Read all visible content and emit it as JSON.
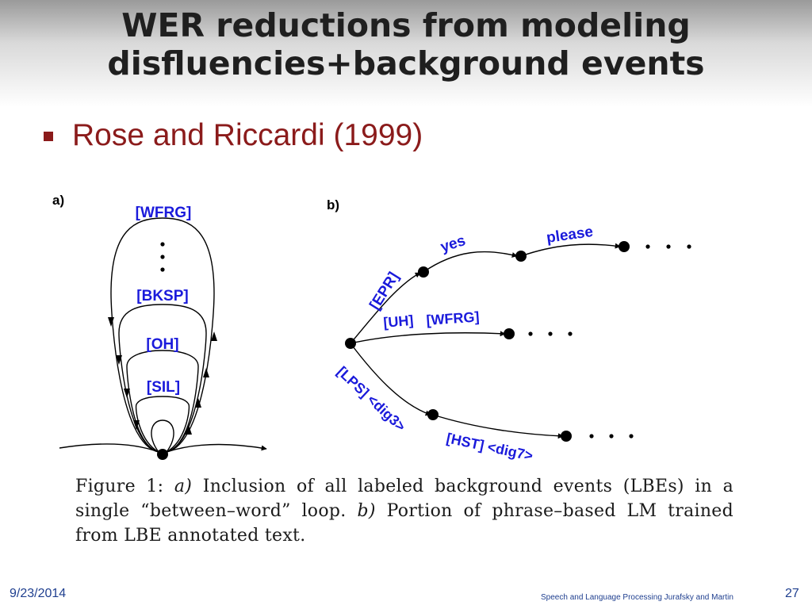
{
  "slide": {
    "title_line1": "WER reductions from modeling",
    "title_line2": "disfluencies+background events",
    "bullet": "Rose and Riccardi (1999)"
  },
  "diagram_a": {
    "panel_label": "a)",
    "labels": [
      "[WFRG]",
      "[BKSP]",
      "[OH]",
      "[SIL]"
    ]
  },
  "diagram_b": {
    "panel_label": "b)",
    "labels": [
      "[EPR]",
      "yes",
      "please",
      "[UH]",
      "[WFRG]",
      "[LPS] <dig3>",
      "[HST] <dig7>"
    ]
  },
  "caption": {
    "figure": "Figure 1:",
    "a_marker": "a)",
    "a_text": "Inclusion of all labeled background events (LBEs) in a single “between–word” loop.",
    "b_marker": "b)",
    "b_text": "Portion of phrase–based LM trained from LBE annotated text."
  },
  "footer": {
    "date": "9/23/2014",
    "center": "Speech and Language Processing  Jurafsky and Martin",
    "page": "27"
  },
  "colors": {
    "accent": "#8b1b1b",
    "label_blue": "#1a1adb",
    "footer_blue": "#1f3f8f"
  }
}
